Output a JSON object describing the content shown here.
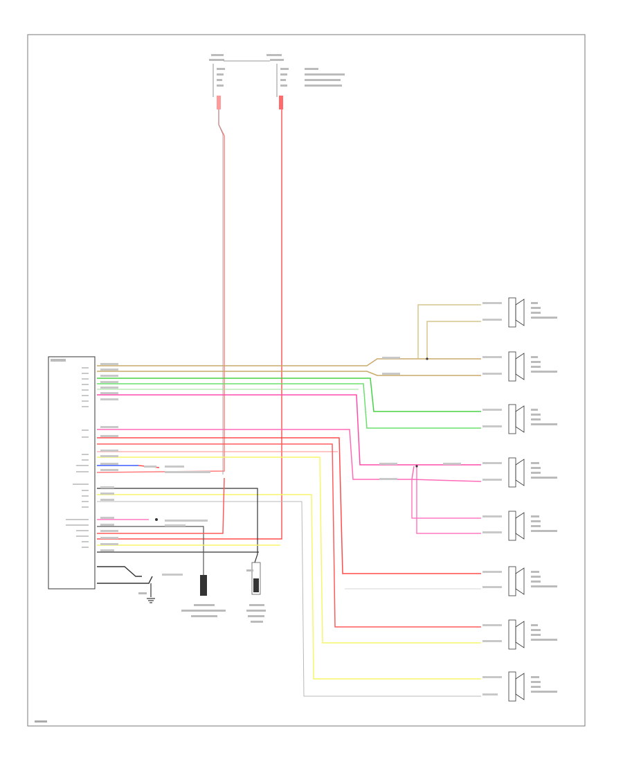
{
  "colors": {
    "red": "#ff4a4a",
    "pink": "#ff4aa8",
    "green": "#46d246",
    "yellow": "#f6f66a",
    "tan": "#c9a96a",
    "gray": "#b8b8b8",
    "black": "#1a1a1a",
    "blue": "#3a5cff",
    "frame": "#777777"
  },
  "icons": [
    "ground-icon",
    "speaker-icon",
    "connector-icon",
    "splice-dot-icon"
  ],
  "labels": {
    "fuse_left": "",
    "fuse_right": "",
    "radio": "",
    "illumination_module": "",
    "ground": "",
    "power_antenna": "",
    "footer": ""
  },
  "speakers": [
    {
      "id": "speaker-1",
      "label": ""
    },
    {
      "id": "speaker-2",
      "label": ""
    },
    {
      "id": "speaker-3",
      "label": ""
    },
    {
      "id": "speaker-4",
      "label": ""
    },
    {
      "id": "speaker-5",
      "label": ""
    },
    {
      "id": "speaker-6",
      "label": ""
    },
    {
      "id": "speaker-7",
      "label": ""
    },
    {
      "id": "speaker-8",
      "label": ""
    }
  ]
}
